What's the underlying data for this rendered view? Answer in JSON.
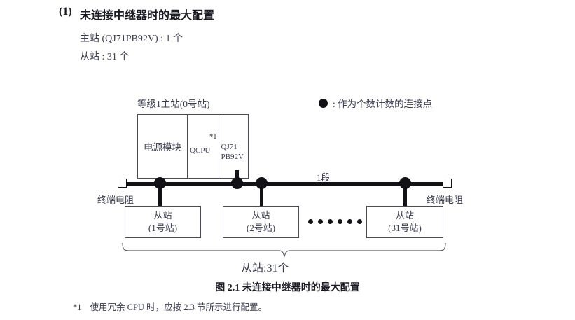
{
  "heading": {
    "number": "(1)",
    "title": "未连接中继器时的最大配置",
    "spec_master": "主站 (QJ71PB92V) : 1 个",
    "spec_slave": "从站 : 31 个"
  },
  "legend": {
    "symbol": "filled-circle",
    "text": ": 作为个数计数的连接点"
  },
  "diagram": {
    "master_label": "等级1主站(0号站)",
    "rack": {
      "power_supply": "电源模块",
      "cpu": "QCPU",
      "cpu_note": "*1",
      "network_line1": "QJ71",
      "network_line2": "PB92V"
    },
    "segment_label": "1段",
    "terminator_left": "终端电阻",
    "terminator_right": "终端电阻",
    "slaves": [
      {
        "name": "从站",
        "station": "(1号站)"
      },
      {
        "name": "从站",
        "station": "(2号站)"
      },
      {
        "name": "从站",
        "station": "(31号站)"
      }
    ],
    "ellipsis_count": 6,
    "brace_label": "从站:31个"
  },
  "caption": "图 2.1  未连接中继器时的最大配置",
  "footnote": {
    "mark": "*1",
    "text": "使用冗余 CPU 时，应按 2.3 节所示进行配置。"
  },
  "colors": {
    "text": "#3c3c50",
    "heading": "#1a1a22",
    "line": "#111116",
    "box_border": "#4a4a55"
  }
}
